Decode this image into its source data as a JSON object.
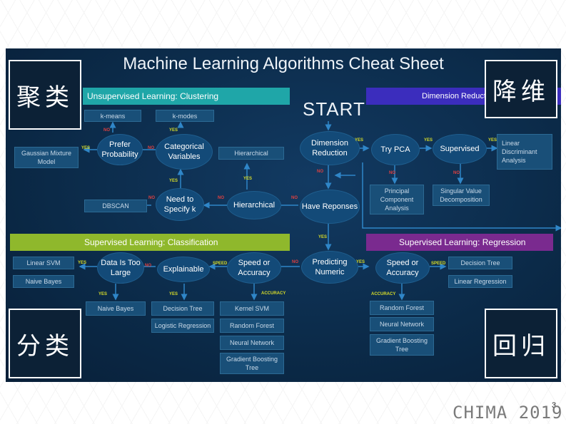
{
  "title": "Machine Learning Algorithms Cheat Sheet",
  "start": "START",
  "sections": {
    "clustering": "Unsupervised Learning: Clustering",
    "dimension": "Dimension Reduction",
    "classification": "Supervised Learning: Classification",
    "regression": "Supervised Learning: Regression"
  },
  "nodes": {
    "kmeans": "k-means",
    "kmodes": "k-modes",
    "prefer_prob": "Prefer Probability",
    "categorical": "Categorical Variables",
    "gaussian": "Gaussian Mixture Model",
    "hierarchical_box": "Hierarchical",
    "dbscan": "DBSCAN",
    "need_k": "Need to Specify k",
    "hierarchical": "Hierarchical",
    "dim_red": "Dimension Reduction",
    "try_pca": "Try PCA",
    "supervised": "Supervised",
    "lda": "Linear Discriminant Analysis",
    "pca": "Principal Component Analysis",
    "svd": "Singular Value Decomposition",
    "have_resp": "Have Reponses",
    "linear_svm": "Linear SVM",
    "naive_bayes_1": "Naive Bayes",
    "data_large": "Data Is Too Large",
    "explainable": "Explainable",
    "speed_acc_c": "Speed or Accuracy",
    "naive_bayes_2": "Naive Bayes",
    "decision_tree_c": "Decision Tree",
    "logistic": "Logistic Regression",
    "kernel_svm": "Kernel SVM",
    "random_forest_c": "Random Forest",
    "neural_c": "Neural Network",
    "gbt_c": "Gradient Boosting Tree",
    "predicting": "Predicting Numeric",
    "speed_acc_r": "Speed or Accuracy",
    "decision_tree_r": "Decision Tree",
    "linear_reg": "Linear Regression",
    "random_forest_r": "Random Forest",
    "neural_r": "Neural Network",
    "gbt_r": "Gradient Boosting Tree"
  },
  "edge_labels": {
    "yes": "YES",
    "no": "NO",
    "speed": "SPEED",
    "accuracy": "ACCURACY"
  },
  "chinese": {
    "clustering": "聚类",
    "dimension": "降维",
    "classification": "分类",
    "regression": "回归"
  },
  "page_number": "3",
  "footer": "CHIMA 2019",
  "colors": {
    "slide_bg": "#0b2a48",
    "clustering": "#1fa6a8",
    "dimension": "#3b2dbd",
    "classification": "#8fb82c",
    "regression": "#7a2a8f",
    "yes": "#d7dc29",
    "no": "#e04040"
  }
}
